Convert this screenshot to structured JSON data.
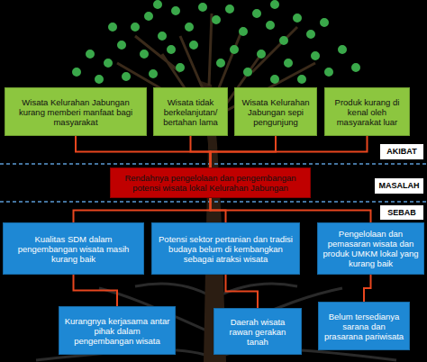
{
  "diagram": {
    "nodes": [
      {
        "text": [
          "Wisata Kelurahan Jabungan kurang memberi manfaat bagi masyarakat"
        ]
      },
      {
        "text": [
          "Wisata tidak berkelanjutan/ bertahan lama"
        ]
      },
      {
        "text": [
          "Wisata Kelurahan Jabungan sepi pengunjung"
        ]
      },
      {
        "text": [
          "Produk kurang di kenal oleh masyarakat luar"
        ]
      },
      {
        "text": [
          "AKIBAT"
        ]
      },
      {
        "text": [
          "Rendahnya pengelolaan dan pengembangan potensi wisata lokal Kelurahan Jabungan"
        ]
      },
      {
        "text": [
          "MASALAH"
        ]
      },
      {
        "text": [
          "SEBAB"
        ]
      },
      {
        "text": [
          "Kualitas SDM dalam pengembangan wisata masih kurang baik"
        ]
      },
      {
        "text": [
          "Potensi sektor pertanian dan tradisi budaya belum di kembangkan sebagai atraksi wisata"
        ]
      },
      {
        "text": [
          "Pengelolaan dan pemasaran wisata dan produk UMKM lokal yang kurang baik"
        ]
      },
      {
        "text": [
          "Kurangnya kerjasama antar pihak dalam pengembangan wisata"
        ]
      },
      {
        "text": [
          "Daerah wisata rawan gerakan tanah"
        ]
      },
      {
        "text": [
          "Belum tersedianya sarana dan prasarana pariwisata"
        ]
      }
    ],
    "edges": [
      {
        "from": 5,
        "to": 0,
        "arrow": "none"
      },
      {
        "from": 5,
        "to": 1,
        "arrow": "none"
      },
      {
        "from": 5,
        "to": 2,
        "arrow": "none"
      },
      {
        "from": 5,
        "to": 3,
        "arrow": "none"
      },
      {
        "from": 8,
        "to": 5,
        "arrow": "none"
      },
      {
        "from": 9,
        "to": 5,
        "arrow": "none"
      },
      {
        "from": 10,
        "to": 5,
        "arrow": "none"
      },
      {
        "from": 11,
        "to": 8,
        "arrow": "none"
      },
      {
        "from": 12,
        "to": 9,
        "arrow": "none"
      },
      {
        "from": 13,
        "to": 10,
        "arrow": "none"
      }
    ]
  }
}
